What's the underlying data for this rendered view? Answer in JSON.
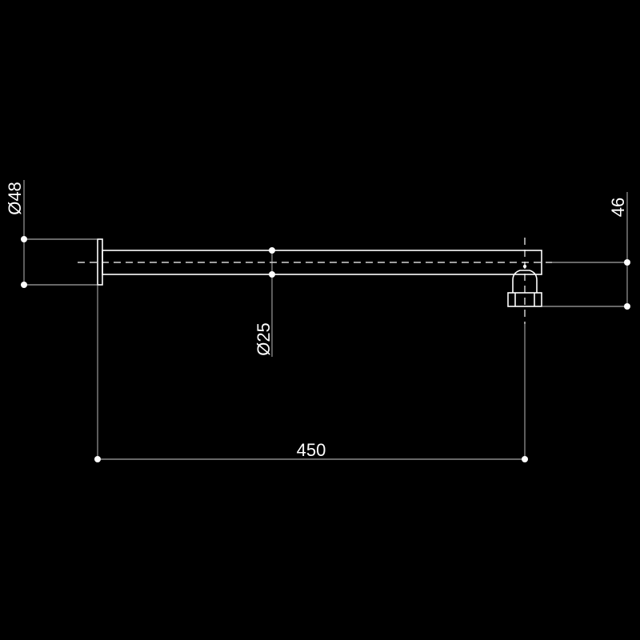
{
  "drawing": {
    "colors": {
      "background": "#000000",
      "line": "#ffffff",
      "extension": "#cfcfcf"
    },
    "dimensions": {
      "flange_diameter": "Ø48",
      "arm_diameter": "Ø25",
      "arm_length": "450",
      "offset_height": "46"
    }
  }
}
